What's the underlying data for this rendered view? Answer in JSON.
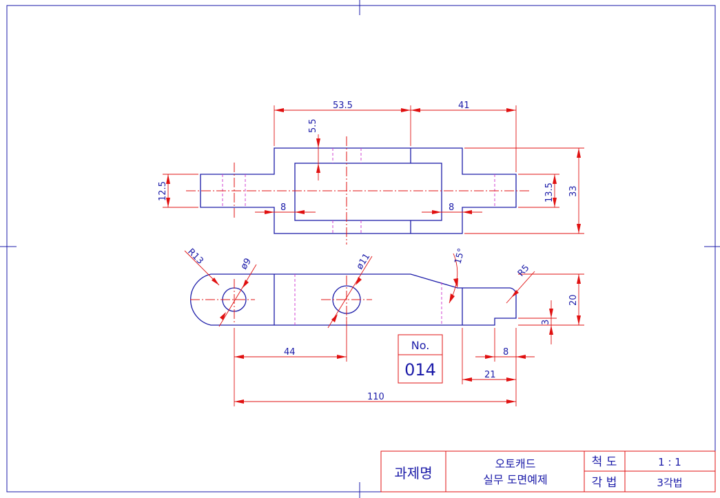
{
  "dimensions": {
    "top_width": "53.5",
    "top_right": "41",
    "slot_depth": "5.5",
    "left_height": "12.5",
    "right_height": "13.5",
    "total_height": "33",
    "offset_left": "8",
    "offset_right": "8",
    "radius_left": "R13",
    "hole_small": "ø9",
    "hole_large": "ø11",
    "chamfer_angle": "15°",
    "radius_right": "R5",
    "front_height": "20",
    "step_height": "3",
    "hole_spacing": "44",
    "step_width": "8",
    "notch_width": "21",
    "overall_length": "110"
  },
  "number_box": {
    "label": "No.",
    "value": "014"
  },
  "title_block": {
    "title_label": "과제명",
    "title_line1": "오토캐드",
    "title_line2": "실무 도면예제",
    "scale_label": "척 도",
    "scale_value": "1 : 1",
    "projection_label": "각 법",
    "projection_value": "3각법"
  }
}
